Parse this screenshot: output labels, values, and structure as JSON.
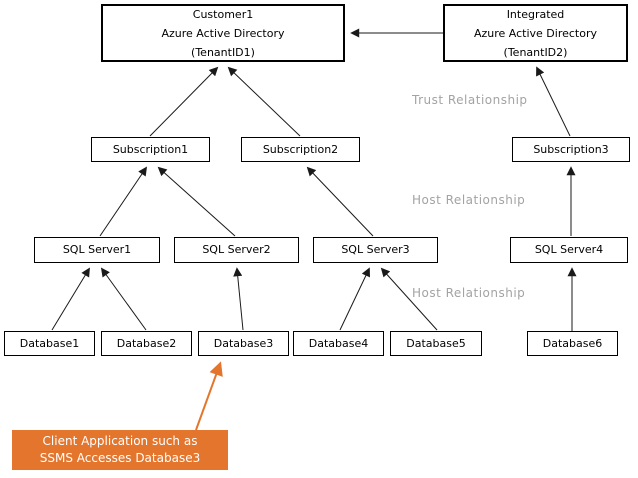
{
  "diagram": {
    "nodes": {
      "customer_aad": {
        "line1": "Customer1",
        "line2": "Azure Active Directory",
        "line3": "(TenantID1)"
      },
      "integrated_aad": {
        "line1": "Integrated",
        "line2": "Azure Active Directory",
        "line3": "(TenantID2)"
      },
      "subscription1": "Subscription1",
      "subscription2": "Subscription2",
      "subscription3": "Subscription3",
      "sql_server1": "SQL Server1",
      "sql_server2": "SQL Server2",
      "sql_server3": "SQL Server3",
      "sql_server4": "SQL Server4",
      "database1": "Database1",
      "database2": "Database2",
      "database3": "Database3",
      "database4": "Database4",
      "database5": "Database5",
      "database6": "Database6"
    },
    "labels": {
      "trust": "Trust Relationship",
      "host1": "Host Relationship",
      "host2": "Host Relationship"
    },
    "callout": {
      "line1": "Client Application such as",
      "line2": "SSMS Accesses Database3"
    },
    "colors": {
      "accent_orange": "#e4752c",
      "label_gray": "#a3a3a3",
      "line_black": "#1a1a1a",
      "box_border": "#000000",
      "box_fill": "#ffffff",
      "callout_text": "#ffffff"
    }
  }
}
